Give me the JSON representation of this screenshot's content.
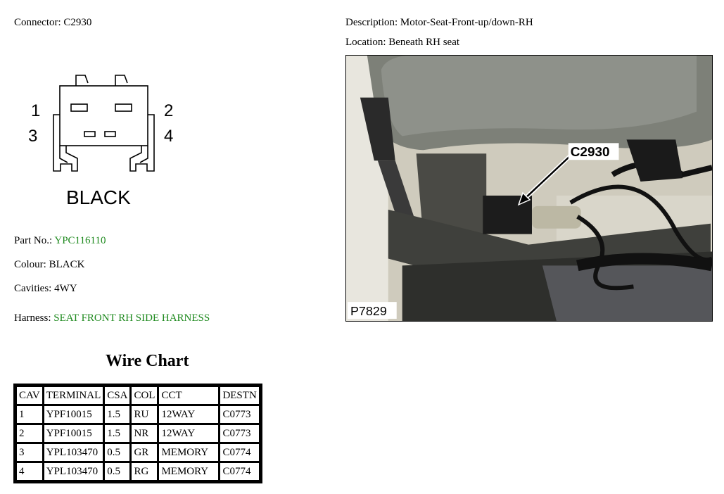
{
  "connector": {
    "label": "Connector:",
    "value": "C2930"
  },
  "description": {
    "label": "Description:",
    "value": "Motor-Seat-Front-up/down-RH"
  },
  "location": {
    "label": "Location:",
    "value": "Beneath RH seat"
  },
  "diagram": {
    "pins": [
      "1",
      "2",
      "3",
      "4"
    ],
    "color_label": "BLACK"
  },
  "part_no": {
    "label": "Part No.:",
    "value": "YPC116110"
  },
  "colour": {
    "label": "Colour:",
    "value": "BLACK"
  },
  "cavities": {
    "label": "Cavities:",
    "value": "4WY"
  },
  "harness": {
    "label": "Harness:",
    "value": "SEAT FRONT RH SIDE HARNESS"
  },
  "photo": {
    "callout": "C2930",
    "ref": "P7829"
  },
  "wire_chart": {
    "title": "Wire Chart",
    "headers": [
      "CAV",
      "TERMINAL",
      "CSA",
      "COL",
      "CCT",
      "DESTN"
    ],
    "rows": [
      [
        "1",
        "YPF10015",
        "1.5",
        "RU",
        "12WAY",
        "C0773"
      ],
      [
        "2",
        "YPF10015",
        "1.5",
        "NR",
        "12WAY",
        "C0773"
      ],
      [
        "3",
        "YPL103470",
        "0.5",
        "GR",
        "MEMORY",
        "C0774"
      ],
      [
        "4",
        "YPL103470",
        "0.5",
        "RG",
        "MEMORY",
        "C0774"
      ]
    ]
  },
  "colors": {
    "link_green": "#1f8a1f"
  }
}
